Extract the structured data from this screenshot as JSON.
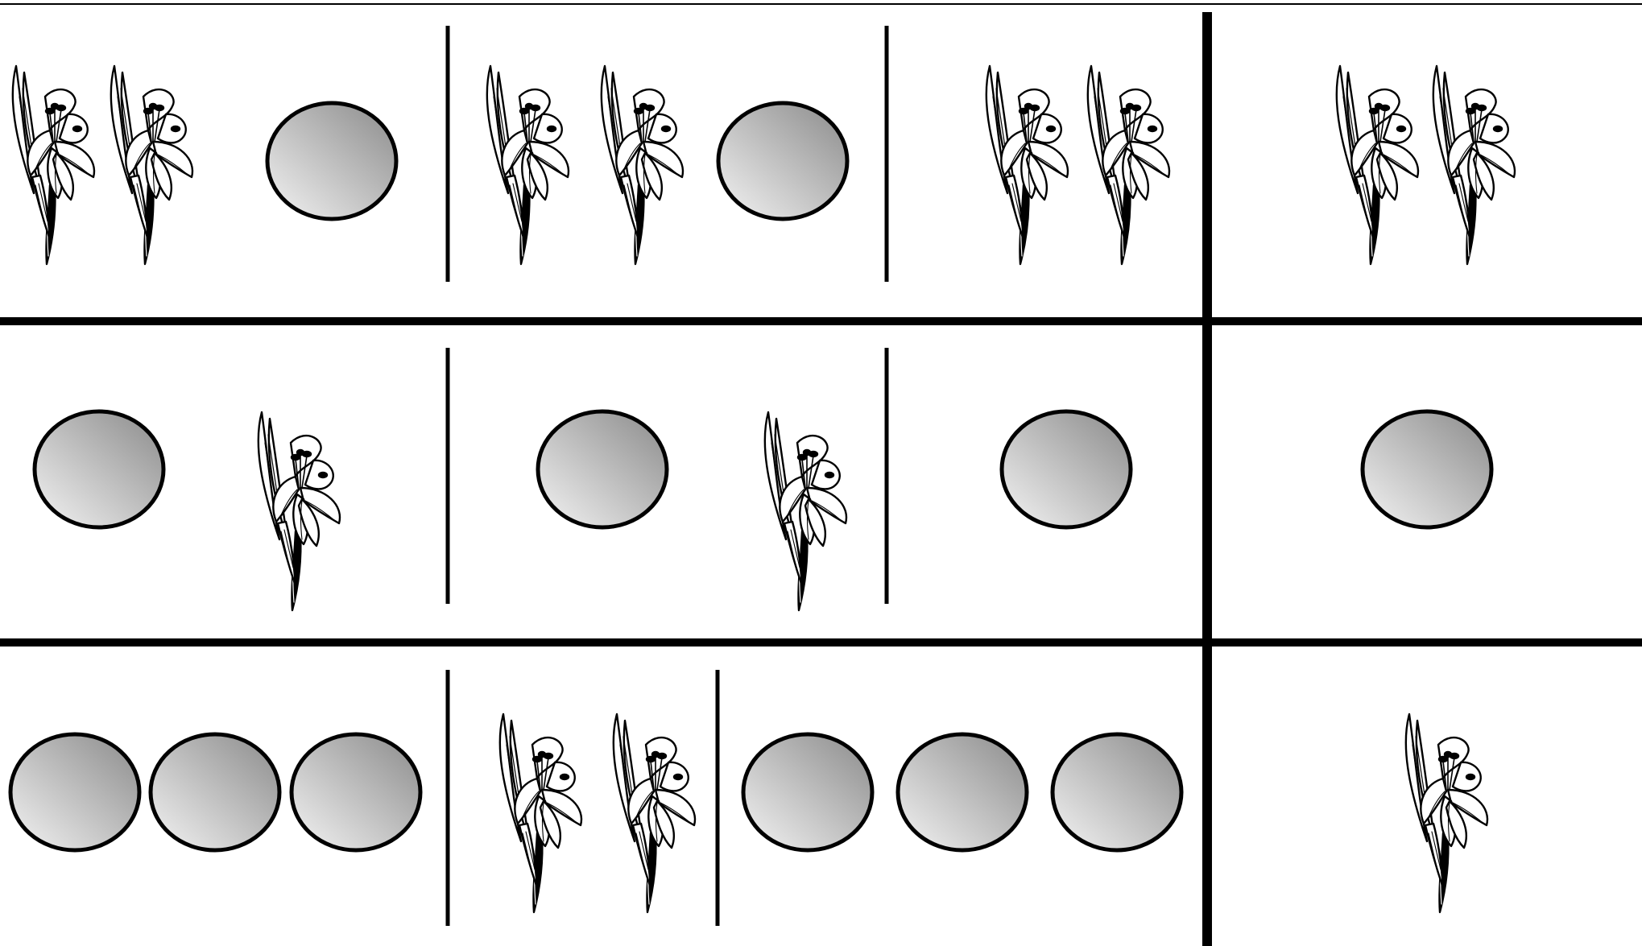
{
  "worksheet": {
    "rows": [
      {
        "cells": [
          {
            "items": [
              "lily",
              "lily",
              "oval"
            ]
          },
          {
            "items": [
              "lily",
              "lily",
              "oval"
            ]
          },
          {
            "items": [
              "lily",
              "lily"
            ]
          },
          {
            "items": [
              "lily",
              "lily"
            ]
          }
        ]
      },
      {
        "cells": [
          {
            "items": [
              "oval",
              "lily"
            ]
          },
          {
            "items": [
              "oval",
              "lily"
            ]
          },
          {
            "items": [
              "oval"
            ]
          },
          {
            "items": [
              "oval"
            ]
          }
        ]
      },
      {
        "cells": [
          {
            "items": [
              "oval",
              "oval",
              "oval"
            ]
          },
          {
            "items": [
              "lily",
              "lily"
            ]
          },
          {
            "items": [
              "oval",
              "oval",
              "oval"
            ]
          },
          {
            "items": [
              "lily"
            ]
          }
        ]
      }
    ],
    "icons": {
      "flower": "lily-flower-icon",
      "shape": "gray-oval-icon"
    },
    "colors": {
      "oval_light": "#f4f4f4",
      "oval_dark": "#8a8a8a",
      "ink": "#000000",
      "background": "#ffffff"
    }
  }
}
